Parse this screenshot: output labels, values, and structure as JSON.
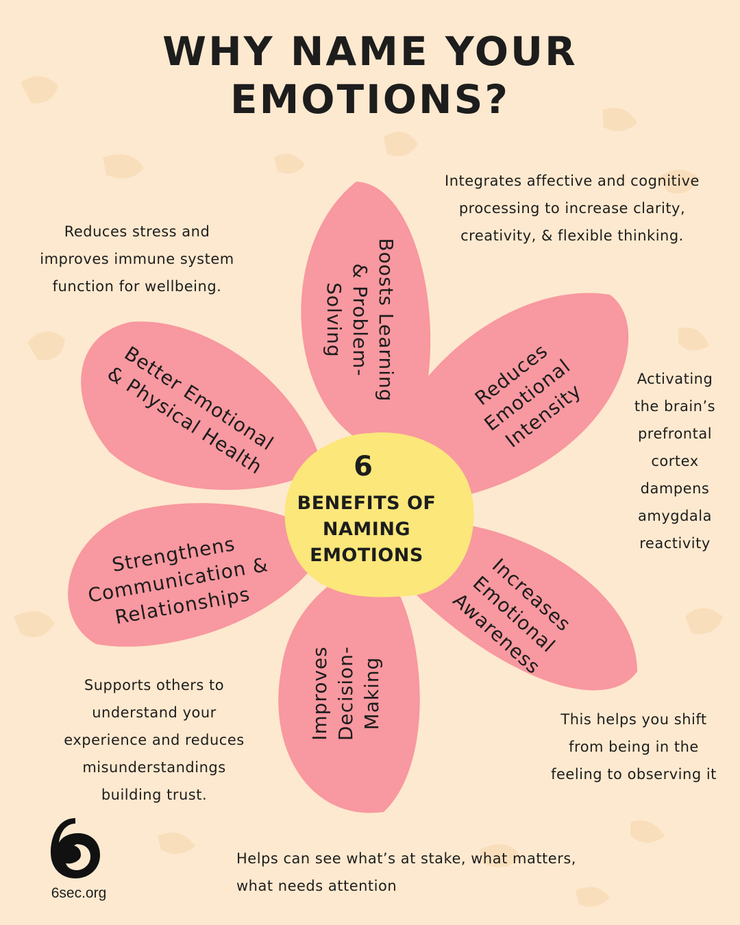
{
  "title_line1": "WHY NAME YOUR",
  "title_line2": "EMOTIONS?",
  "center": {
    "number": "6",
    "line1": "BENEFITS OF",
    "line2": "NAMING",
    "line3": "EMOTIONS"
  },
  "petals": {
    "learning": [
      "Boosts Learning",
      "& Problem-",
      "Solving"
    ],
    "intensity": [
      "Reduces",
      "Emotional",
      "Intensity"
    ],
    "awareness": [
      "Increases",
      "Emotional",
      "Awareness"
    ],
    "decision": [
      "Improves",
      "Decision-",
      "Making"
    ],
    "communication": [
      "Strengthens",
      "Communication &",
      "Relationships"
    ],
    "health": [
      "Better Emotional",
      "& Physical Health"
    ]
  },
  "notes": {
    "integrates": [
      "Integrates affective and cognitive",
      "processing to increase clarity,",
      "creativity, & flexible thinking."
    ],
    "stress": [
      "Reduces stress and",
      "improves immune system",
      "function for wellbeing."
    ],
    "prefrontal": [
      "Activating",
      "the brain’s",
      "prefrontal",
      "cortex",
      "dampens",
      "amygdala",
      "reactivity"
    ],
    "supports": [
      "Supports others to",
      "understand your",
      "experience and reduces",
      "misunderstandings",
      "building trust."
    ],
    "shift": [
      "This helps you shift",
      "from being in the",
      "feeling to observing it"
    ],
    "stake": [
      "Helps can see what’s at stake, what matters,",
      "what needs attention"
    ]
  },
  "brand": "6sec.org",
  "colors": {
    "background": "#fde9cf",
    "petal": "#f898a0",
    "center": "#fbe77a",
    "text": "#1d1d1d"
  }
}
